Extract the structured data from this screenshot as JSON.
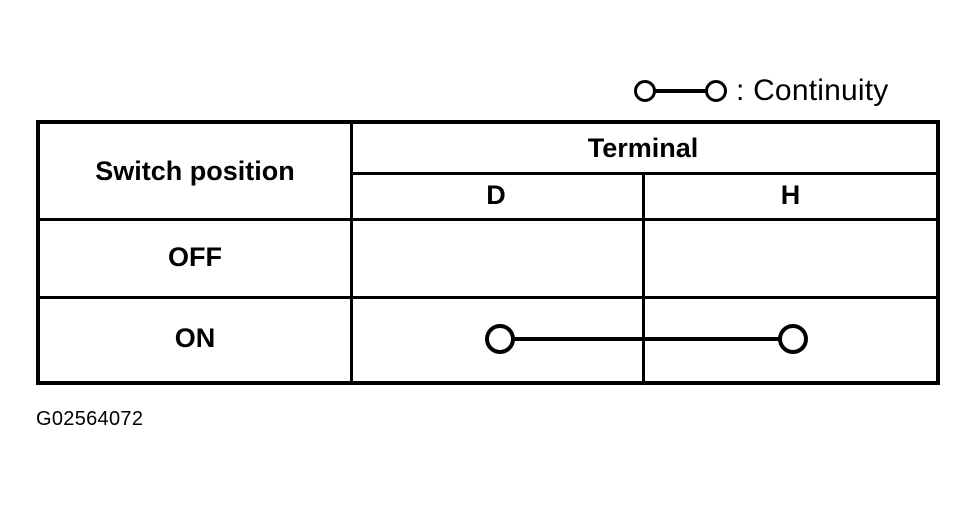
{
  "legend": {
    "symbol_name": "continuity-symbol",
    "text": ": Continuity"
  },
  "table": {
    "row_header_label": "Switch position",
    "group_header_label": "Terminal",
    "terminal_columns": [
      "D",
      "H"
    ],
    "rows": [
      {
        "position": "OFF",
        "continuity": false
      },
      {
        "position": "ON",
        "continuity": true
      }
    ]
  },
  "caption": {
    "text": "G02564072"
  },
  "colors": {
    "ink": "#000000",
    "background": "#ffffff"
  }
}
